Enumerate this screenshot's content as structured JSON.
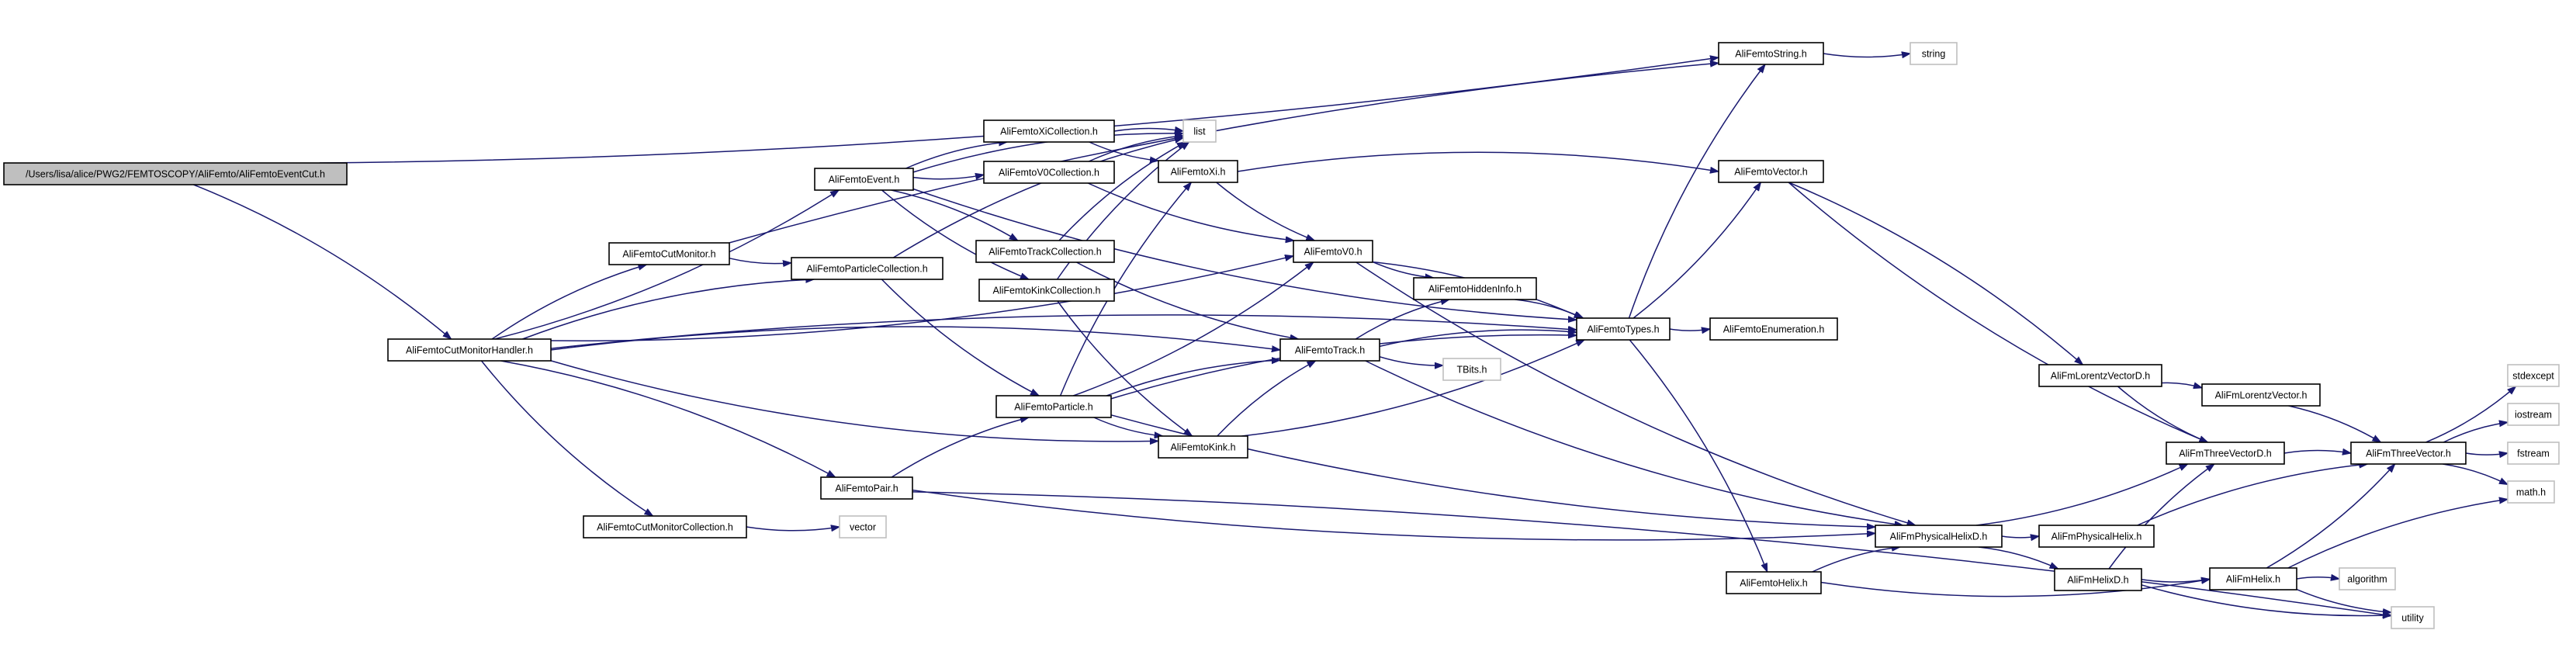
{
  "diagram": {
    "type": "include-dependency-graph",
    "colors": {
      "edge": "#191970",
      "node_border": "#000000",
      "system_header_border": "#bfbfbf",
      "root_fill": "#bfbfbf",
      "background": "#ffffff"
    },
    "nodes": [
      {
        "id": "root",
        "label": "/Users/lisa/alice/PWG2/FEMTOSCOPY/AliFemto/AliFemtoEventCut.h",
        "kind": "root"
      },
      {
        "id": "cmh",
        "label": "AliFemtoCutMonitorHandler.h",
        "kind": "header"
      },
      {
        "id": "cm",
        "label": "AliFemtoCutMonitor.h",
        "kind": "header"
      },
      {
        "id": "cmc",
        "label": "AliFemtoCutMonitorCollection.h",
        "kind": "header"
      },
      {
        "id": "vector",
        "label": "vector",
        "kind": "system"
      },
      {
        "id": "event",
        "label": "AliFemtoEvent.h",
        "kind": "header"
      },
      {
        "id": "pcoll",
        "label": "AliFemtoParticleCollection.h",
        "kind": "header"
      },
      {
        "id": "xicoll",
        "label": "AliFemtoXiCollection.h",
        "kind": "header"
      },
      {
        "id": "v0coll",
        "label": "AliFemtoV0Collection.h",
        "kind": "header"
      },
      {
        "id": "trcoll",
        "label": "AliFemtoTrackCollection.h",
        "kind": "header"
      },
      {
        "id": "kinkcoll",
        "label": "AliFemtoKinkCollection.h",
        "kind": "header"
      },
      {
        "id": "list",
        "label": "list",
        "kind": "system"
      },
      {
        "id": "particle",
        "label": "AliFemtoParticle.h",
        "kind": "header"
      },
      {
        "id": "pair",
        "label": "AliFemtoPair.h",
        "kind": "header"
      },
      {
        "id": "xi",
        "label": "AliFemtoXi.h",
        "kind": "header"
      },
      {
        "id": "v0",
        "label": "AliFemtoV0.h",
        "kind": "header"
      },
      {
        "id": "track",
        "label": "AliFemtoTrack.h",
        "kind": "header"
      },
      {
        "id": "kink",
        "label": "AliFemtoKink.h",
        "kind": "header"
      },
      {
        "id": "hidden",
        "label": "AliFemtoHiddenInfo.h",
        "kind": "header"
      },
      {
        "id": "tbits",
        "label": "TBits.h",
        "kind": "system"
      },
      {
        "id": "types",
        "label": "AliFemtoTypes.h",
        "kind": "header"
      },
      {
        "id": "enum",
        "label": "AliFemtoEnumeration.h",
        "kind": "header"
      },
      {
        "id": "fstring",
        "label": "AliFemtoString.h",
        "kind": "header"
      },
      {
        "id": "string",
        "label": "string",
        "kind": "system"
      },
      {
        "id": "fvector",
        "label": "AliFemtoVector.h",
        "kind": "header"
      },
      {
        "id": "fhelix",
        "label": "AliFemtoHelix.h",
        "kind": "header"
      },
      {
        "id": "lorentz",
        "label": "AliFmLorentzVectorD.h",
        "kind": "header"
      },
      {
        "id": "lorentzv",
        "label": "AliFmLorentzVector.h",
        "kind": "header"
      },
      {
        "id": "phd",
        "label": "AliFmPhysicalHelixD.h",
        "kind": "header"
      },
      {
        "id": "ph",
        "label": "AliFmPhysicalHelix.h",
        "kind": "header"
      },
      {
        "id": "helixd",
        "label": "AliFmHelixD.h",
        "kind": "header"
      },
      {
        "id": "helix",
        "label": "AliFmHelix.h",
        "kind": "header"
      },
      {
        "id": "t3vd",
        "label": "AliFmThreeVectorD.h",
        "kind": "header"
      },
      {
        "id": "t3v",
        "label": "AliFmThreeVector.h",
        "kind": "header"
      },
      {
        "id": "stdexcept",
        "label": "stdexcept",
        "kind": "system"
      },
      {
        "id": "iostream",
        "label": "iostream",
        "kind": "system"
      },
      {
        "id": "fstream",
        "label": "fstream",
        "kind": "system"
      },
      {
        "id": "math",
        "label": "math.h",
        "kind": "system"
      },
      {
        "id": "algorithm",
        "label": "algorithm",
        "kind": "system"
      },
      {
        "id": "utility",
        "label": "utility",
        "kind": "system"
      }
    ],
    "edges": [
      [
        "root",
        "cmh"
      ],
      [
        "root",
        "fstring"
      ],
      [
        "cmh",
        "cm"
      ],
      [
        "cmh",
        "event"
      ],
      [
        "cmh",
        "pcoll"
      ],
      [
        "cmh",
        "v0"
      ],
      [
        "cmh",
        "track"
      ],
      [
        "cmh",
        "kink"
      ],
      [
        "cmh",
        "pair"
      ],
      [
        "cmh",
        "cmc"
      ],
      [
        "cmh",
        "types"
      ],
      [
        "cm",
        "pcoll"
      ],
      [
        "cm",
        "fstring"
      ],
      [
        "cmc",
        "vector"
      ],
      [
        "event",
        "xicoll"
      ],
      [
        "event",
        "v0coll"
      ],
      [
        "event",
        "trcoll"
      ],
      [
        "event",
        "kinkcoll"
      ],
      [
        "event",
        "list"
      ],
      [
        "event",
        "types"
      ],
      [
        "pcoll",
        "list"
      ],
      [
        "pcoll",
        "particle"
      ],
      [
        "xicoll",
        "list"
      ],
      [
        "xicoll",
        "xi"
      ],
      [
        "v0coll",
        "list"
      ],
      [
        "v0coll",
        "v0"
      ],
      [
        "trcoll",
        "list"
      ],
      [
        "trcoll",
        "track"
      ],
      [
        "kinkcoll",
        "list"
      ],
      [
        "kinkcoll",
        "kink"
      ],
      [
        "particle",
        "xi"
      ],
      [
        "particle",
        "v0"
      ],
      [
        "particle",
        "track"
      ],
      [
        "particle",
        "kink"
      ],
      [
        "particle",
        "types"
      ],
      [
        "particle",
        "phd"
      ],
      [
        "pair",
        "particle"
      ],
      [
        "pair",
        "phd"
      ],
      [
        "pair",
        "utility"
      ],
      [
        "xi",
        "v0"
      ],
      [
        "xi",
        "fvector"
      ],
      [
        "v0",
        "hidden"
      ],
      [
        "v0",
        "types"
      ],
      [
        "v0",
        "phd"
      ],
      [
        "track",
        "hidden"
      ],
      [
        "track",
        "tbits"
      ],
      [
        "track",
        "types"
      ],
      [
        "track",
        "phd"
      ],
      [
        "kink",
        "track"
      ],
      [
        "kink",
        "types"
      ],
      [
        "hidden",
        "types"
      ],
      [
        "types",
        "enum"
      ],
      [
        "types",
        "fstring"
      ],
      [
        "types",
        "fvector"
      ],
      [
        "types",
        "fhelix"
      ],
      [
        "fstring",
        "string"
      ],
      [
        "fvector",
        "lorentz"
      ],
      [
        "fvector",
        "t3vd"
      ],
      [
        "fhelix",
        "phd"
      ],
      [
        "fhelix",
        "helix"
      ],
      [
        "lorentz",
        "lorentzv"
      ],
      [
        "lorentz",
        "t3vd"
      ],
      [
        "lorentzv",
        "t3v"
      ],
      [
        "phd",
        "ph"
      ],
      [
        "phd",
        "helixd"
      ],
      [
        "phd",
        "t3vd"
      ],
      [
        "ph",
        "t3v"
      ],
      [
        "helixd",
        "helix"
      ],
      [
        "helixd",
        "t3vd"
      ],
      [
        "helixd",
        "utility"
      ],
      [
        "t3vd",
        "t3v"
      ],
      [
        "helix",
        "t3v"
      ],
      [
        "helix",
        "algorithm"
      ],
      [
        "helix",
        "utility"
      ],
      [
        "helix",
        "math"
      ],
      [
        "t3v",
        "stdexcept"
      ],
      [
        "t3v",
        "iostream"
      ],
      [
        "t3v",
        "fstream"
      ],
      [
        "t3v",
        "math"
      ]
    ]
  }
}
